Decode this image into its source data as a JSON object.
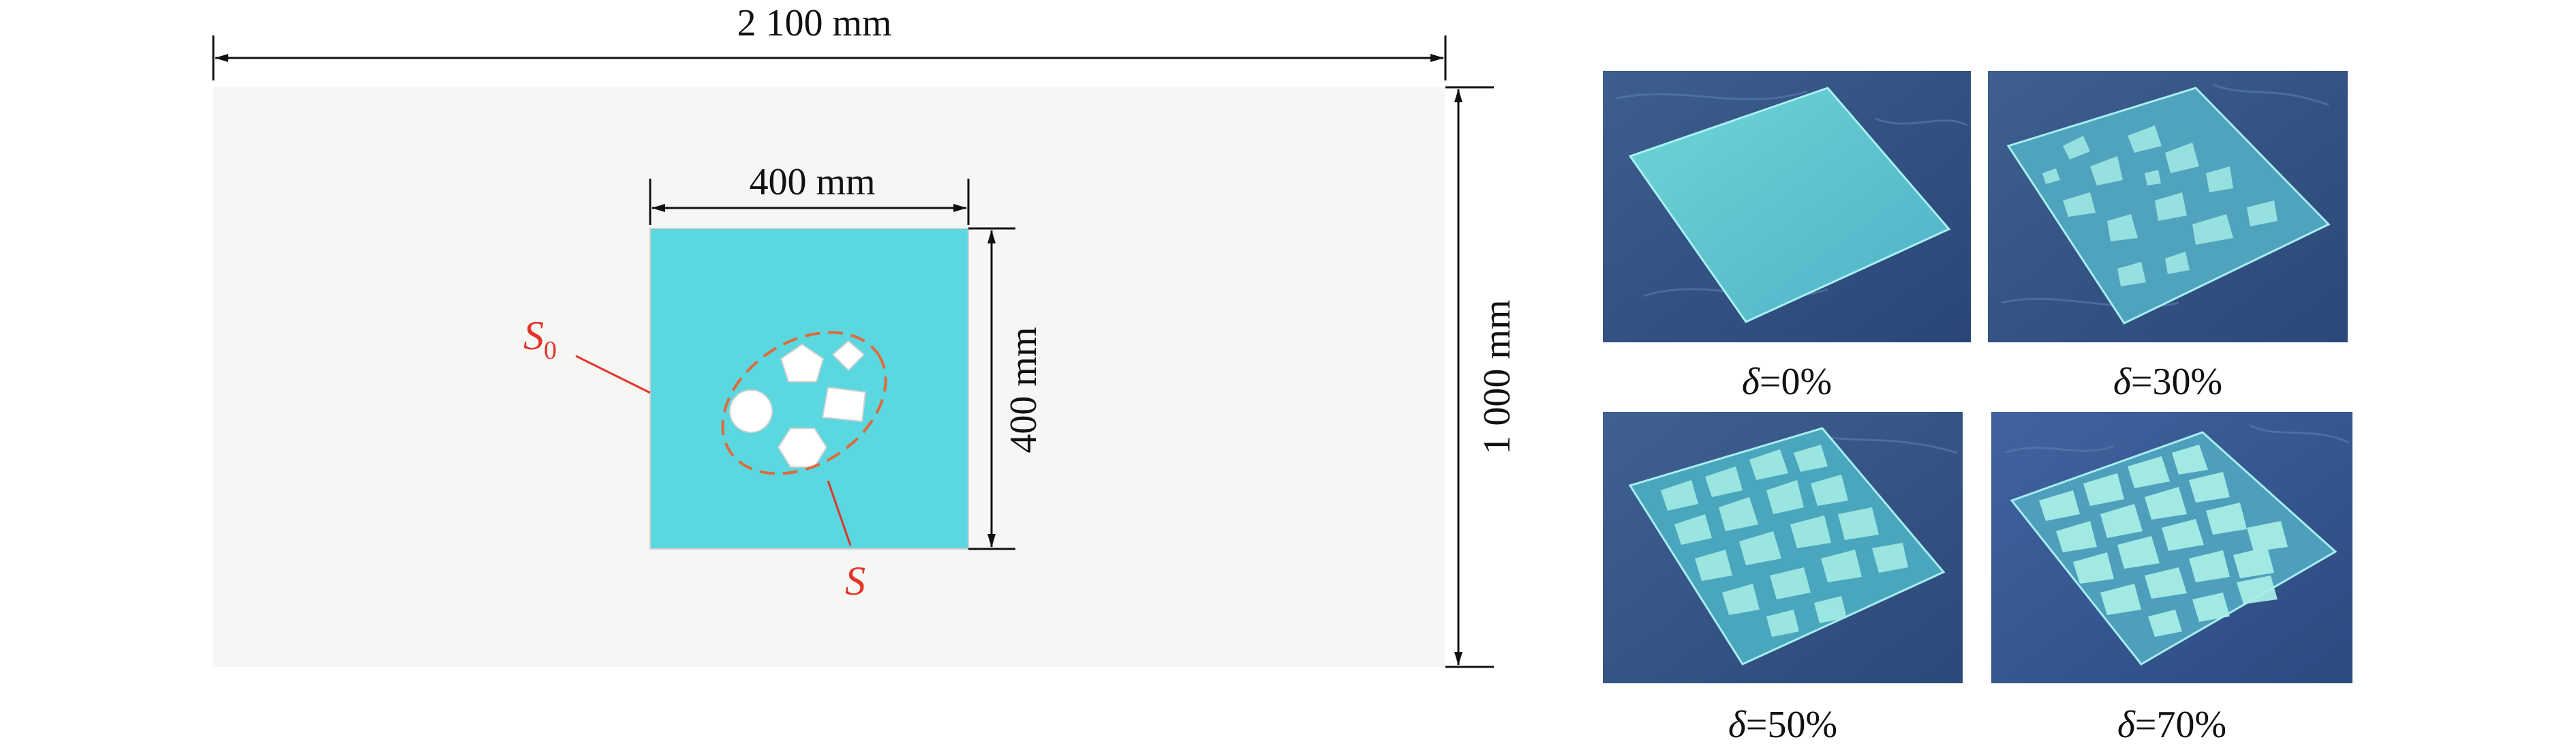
{
  "diagram": {
    "overall_width_label": "2 100 mm",
    "overall_height_label": "1 000 mm",
    "inner_width_label": "400 mm",
    "inner_height_label": "400 mm",
    "area_label_outer": {
      "symbol": "S",
      "subscript": "0"
    },
    "area_label_inner": {
      "symbol": "S"
    },
    "colors": {
      "background_panel": "#f6f6f4",
      "ice_sheet": "#5ad7df",
      "holes": "#ffffff",
      "annotation": "#e2352a",
      "dashed_ellipse": "#e06a3a",
      "dimension_lines": "#111111"
    }
  },
  "photos": [
    {
      "delta_symbol": "δ",
      "value": "=0%"
    },
    {
      "delta_symbol": "δ",
      "value": "=30%"
    },
    {
      "delta_symbol": "δ",
      "value": "=50%"
    },
    {
      "delta_symbol": "δ",
      "value": "=70%"
    }
  ]
}
